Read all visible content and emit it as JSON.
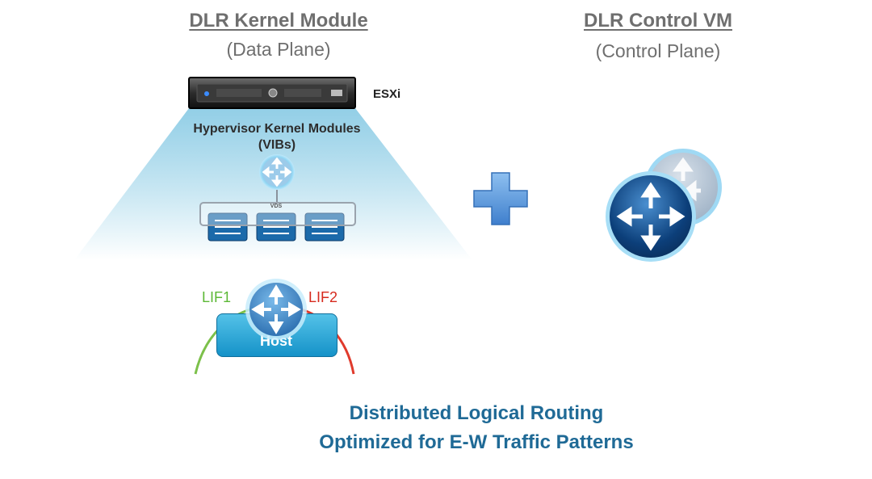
{
  "left_panel": {
    "title": "DLR Kernel Module",
    "subtitle": "(Data Plane)",
    "server_label": "ESXi",
    "kernel_label": "Hypervisor Kernel Modules (VIBs)",
    "vds_label": "VDS",
    "lif_left": "LIF1",
    "lif_right": "LIF2",
    "host_label": "Host"
  },
  "right_panel": {
    "title": "DLR Control VM",
    "subtitle": "(Control Plane)"
  },
  "footer": {
    "line1": "Distributed Logical Routing",
    "line2": "Optimized for E-W Traffic Patterns"
  },
  "colors": {
    "heading_gray": "#6f6f6f",
    "footer_blue": "#1f6a96",
    "lif1_green": "#5cb836",
    "lif2_red": "#d62a1e",
    "plus_blue": "#4f8fd6",
    "host_blue": "#1592c8"
  },
  "icons": [
    "server-icon",
    "router-icon",
    "switch-icon",
    "plus-icon"
  ]
}
